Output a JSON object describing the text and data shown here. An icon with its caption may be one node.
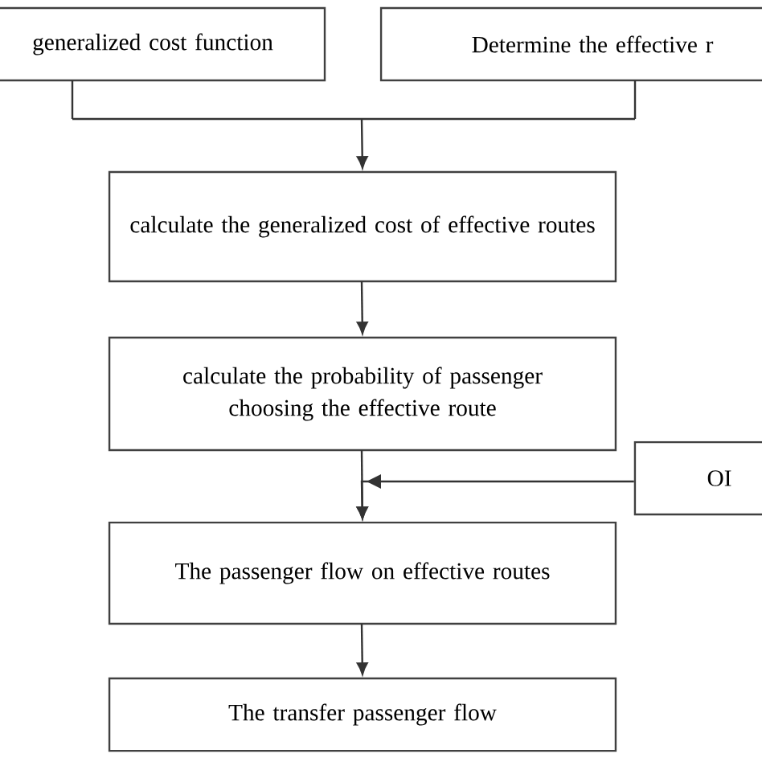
{
  "diagram": {
    "nodes": [
      {
        "text": [
          "generalized cost function"
        ]
      },
      {
        "text": [
          "Determine the effective r"
        ]
      },
      {
        "text": [
          "calculate the generalized cost of effective routes"
        ]
      },
      {
        "text": [
          "calculate the probability of passenger choosing the effective route"
        ]
      },
      {
        "text": [
          "OI"
        ]
      },
      {
        "text": [
          "The passenger flow on effective routes"
        ]
      },
      {
        "text": [
          "The transfer passenger flow"
        ]
      }
    ],
    "edges": [
      {
        "from": 0,
        "to": 2,
        "arrow": "to"
      },
      {
        "from": 1,
        "to": 2,
        "arrow": "to"
      },
      {
        "from": 2,
        "to": 3,
        "arrow": "to"
      },
      {
        "from": 3,
        "to": 5,
        "arrow": "to"
      },
      {
        "from": 4,
        "to": 5,
        "arrow": "to"
      },
      {
        "from": 5,
        "to": 6,
        "arrow": "to"
      }
    ]
  }
}
